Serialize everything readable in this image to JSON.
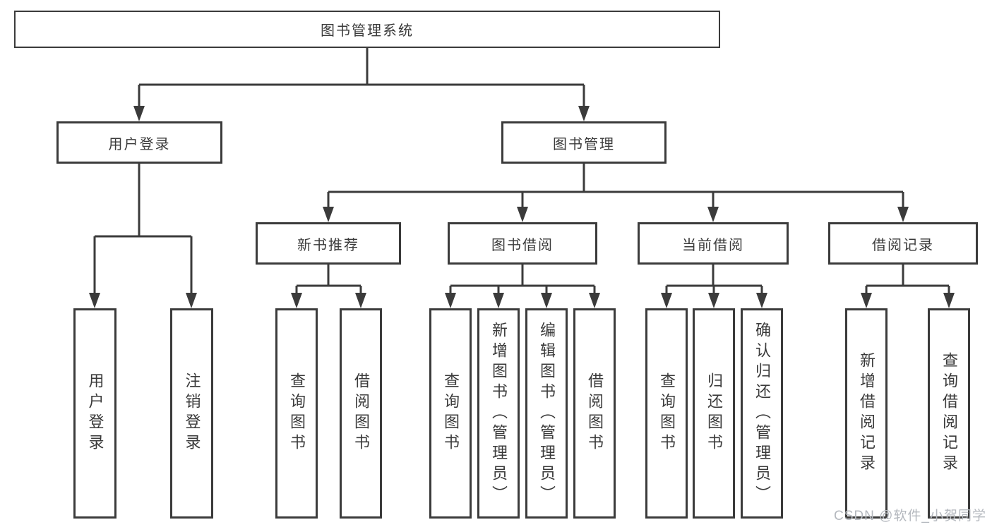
{
  "diagram_type": "hierarchy-tree",
  "colors": {
    "line": "#3b3b3b",
    "box_border": "#3b3b3b",
    "text": "#3a3a3a",
    "background": "#ffffff",
    "watermark_text_color": "#b4b8be"
  },
  "watermark": {
    "text": "CSDN @软件_小贺同学"
  },
  "tree": {
    "label": "图书管理系统",
    "children": [
      {
        "label": "用户登录",
        "children": [
          {
            "label": "用户登录"
          },
          {
            "label": "注销登录"
          }
        ]
      },
      {
        "label": "图书管理",
        "children": [
          {
            "label": "新书推荐",
            "children": [
              {
                "label": "查询图书"
              },
              {
                "label": "借阅图书"
              }
            ]
          },
          {
            "label": "图书借阅",
            "children": [
              {
                "label": "查询图书"
              },
              {
                "label": "新增图书（管理员）"
              },
              {
                "label": "编辑图书（管理员）"
              },
              {
                "label": "借阅图书"
              }
            ]
          },
          {
            "label": "当前借阅",
            "children": [
              {
                "label": "查询图书"
              },
              {
                "label": "归还图书"
              },
              {
                "label": "确认归还（管理员）"
              }
            ]
          },
          {
            "label": "借阅记录",
            "children": [
              {
                "label": "新增借阅记录"
              },
              {
                "label": "查询借阅记录"
              }
            ]
          }
        ]
      }
    ]
  }
}
